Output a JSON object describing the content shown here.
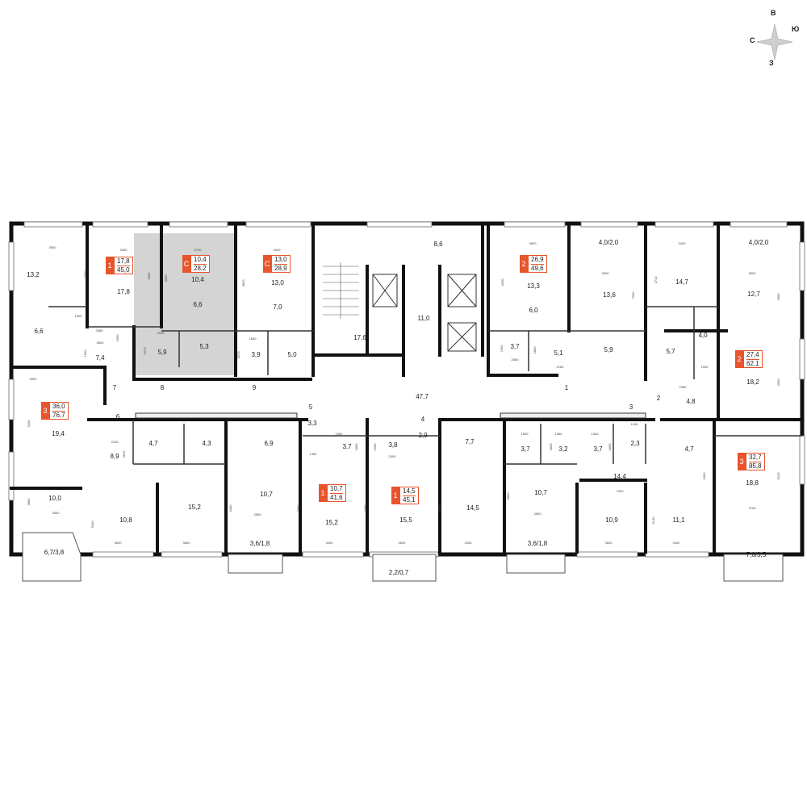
{
  "compass": {
    "north": "С",
    "east": "В",
    "south": "Ю",
    "west": "З",
    "icon": "compass-rose-icon"
  },
  "apartments": [
    {
      "id": "apt-w1",
      "rooms": "1",
      "living": "17,8",
      "total": "45,0"
    },
    {
      "id": "apt-w2",
      "rooms": "С",
      "living": "10,4",
      "total": "28,2"
    },
    {
      "id": "apt-w3",
      "rooms": "С",
      "living": "13,0",
      "total": "28,9"
    },
    {
      "id": "apt-w4",
      "rooms": "2",
      "living": "26,9",
      "total": "49,6"
    },
    {
      "id": "apt-w5",
      "rooms": "2",
      "living": "27,4",
      "total": "62,1"
    },
    {
      "id": "apt-w6",
      "rooms": "3",
      "living": "36,0",
      "total": "76,7"
    },
    {
      "id": "apt-w7",
      "rooms": "1",
      "living": "10,7",
      "total": "41,6"
    },
    {
      "id": "apt-w8",
      "rooms": "1",
      "living": "14,5",
      "total": "45,1"
    },
    {
      "id": "apt-w9",
      "rooms": "3",
      "living": "32,7",
      "total": "85,8"
    }
  ],
  "room_areas": [
    "13,2",
    "17,8",
    "10,4",
    "6,6",
    "13,0",
    "7,0",
    "6,6",
    "7,4",
    "5,9",
    "5,3",
    "3,9",
    "5,0",
    "17,6",
    "8,6",
    "11,0",
    "13,3",
    "6,0",
    "13,6",
    "4,0/2,0",
    "14,7",
    "4,0/2,0",
    "12,7",
    "3,7",
    "5,1",
    "5,9",
    "5,7",
    "4,0",
    "18,2",
    "4,8",
    "19,4",
    "8,9",
    "4,7",
    "4,3",
    "6,9",
    "3,3",
    "3,7",
    "3,8",
    "2,9",
    "7,7",
    "3,7",
    "3,2",
    "3,7",
    "2,3",
    "4,7",
    "10,0",
    "10,8",
    "15,2",
    "10,7",
    "15,2",
    "15,5",
    "14,5",
    "10,7",
    "10,9",
    "11,1",
    "14,4",
    "18,8",
    "6,7/3,8",
    "3,6/1,8",
    "2,2/0,7",
    "3,6/1,8",
    "7,0/3,5",
    "47,7"
  ],
  "door_numbers": [
    "7",
    "8",
    "9",
    "1",
    "2",
    "3",
    "6",
    "5",
    "4"
  ],
  "dimensions": [
    "3500",
    "3400",
    "3700",
    "4000",
    "3600",
    "3800",
    "3400",
    "3800",
    "4770",
    "4580",
    "4390",
    "3810",
    "4530",
    "2950",
    "4710",
    "4960",
    "4950",
    "2380",
    "2160",
    "1680",
    "1000",
    "1900",
    "1950",
    "2570",
    "2970",
    "3600",
    "2560",
    "2160",
    "1040",
    "2380",
    "2350",
    "1860",
    "5200",
    "3860",
    "3500",
    "2240",
    "3510",
    "1360",
    "1960",
    "1860",
    "1900",
    "2000",
    "1360",
    "1860",
    "1360",
    "1960",
    "1860",
    "1340",
    "7000",
    "4460",
    "3500",
    "3600",
    "3600",
    "2260",
    "3600",
    "3500",
    "3600",
    "3400",
    "3700",
    "4460",
    "3310",
    "3400",
    "3860",
    "3860",
    "3860",
    "3500",
    "1660",
    "5130",
    "5140"
  ]
}
